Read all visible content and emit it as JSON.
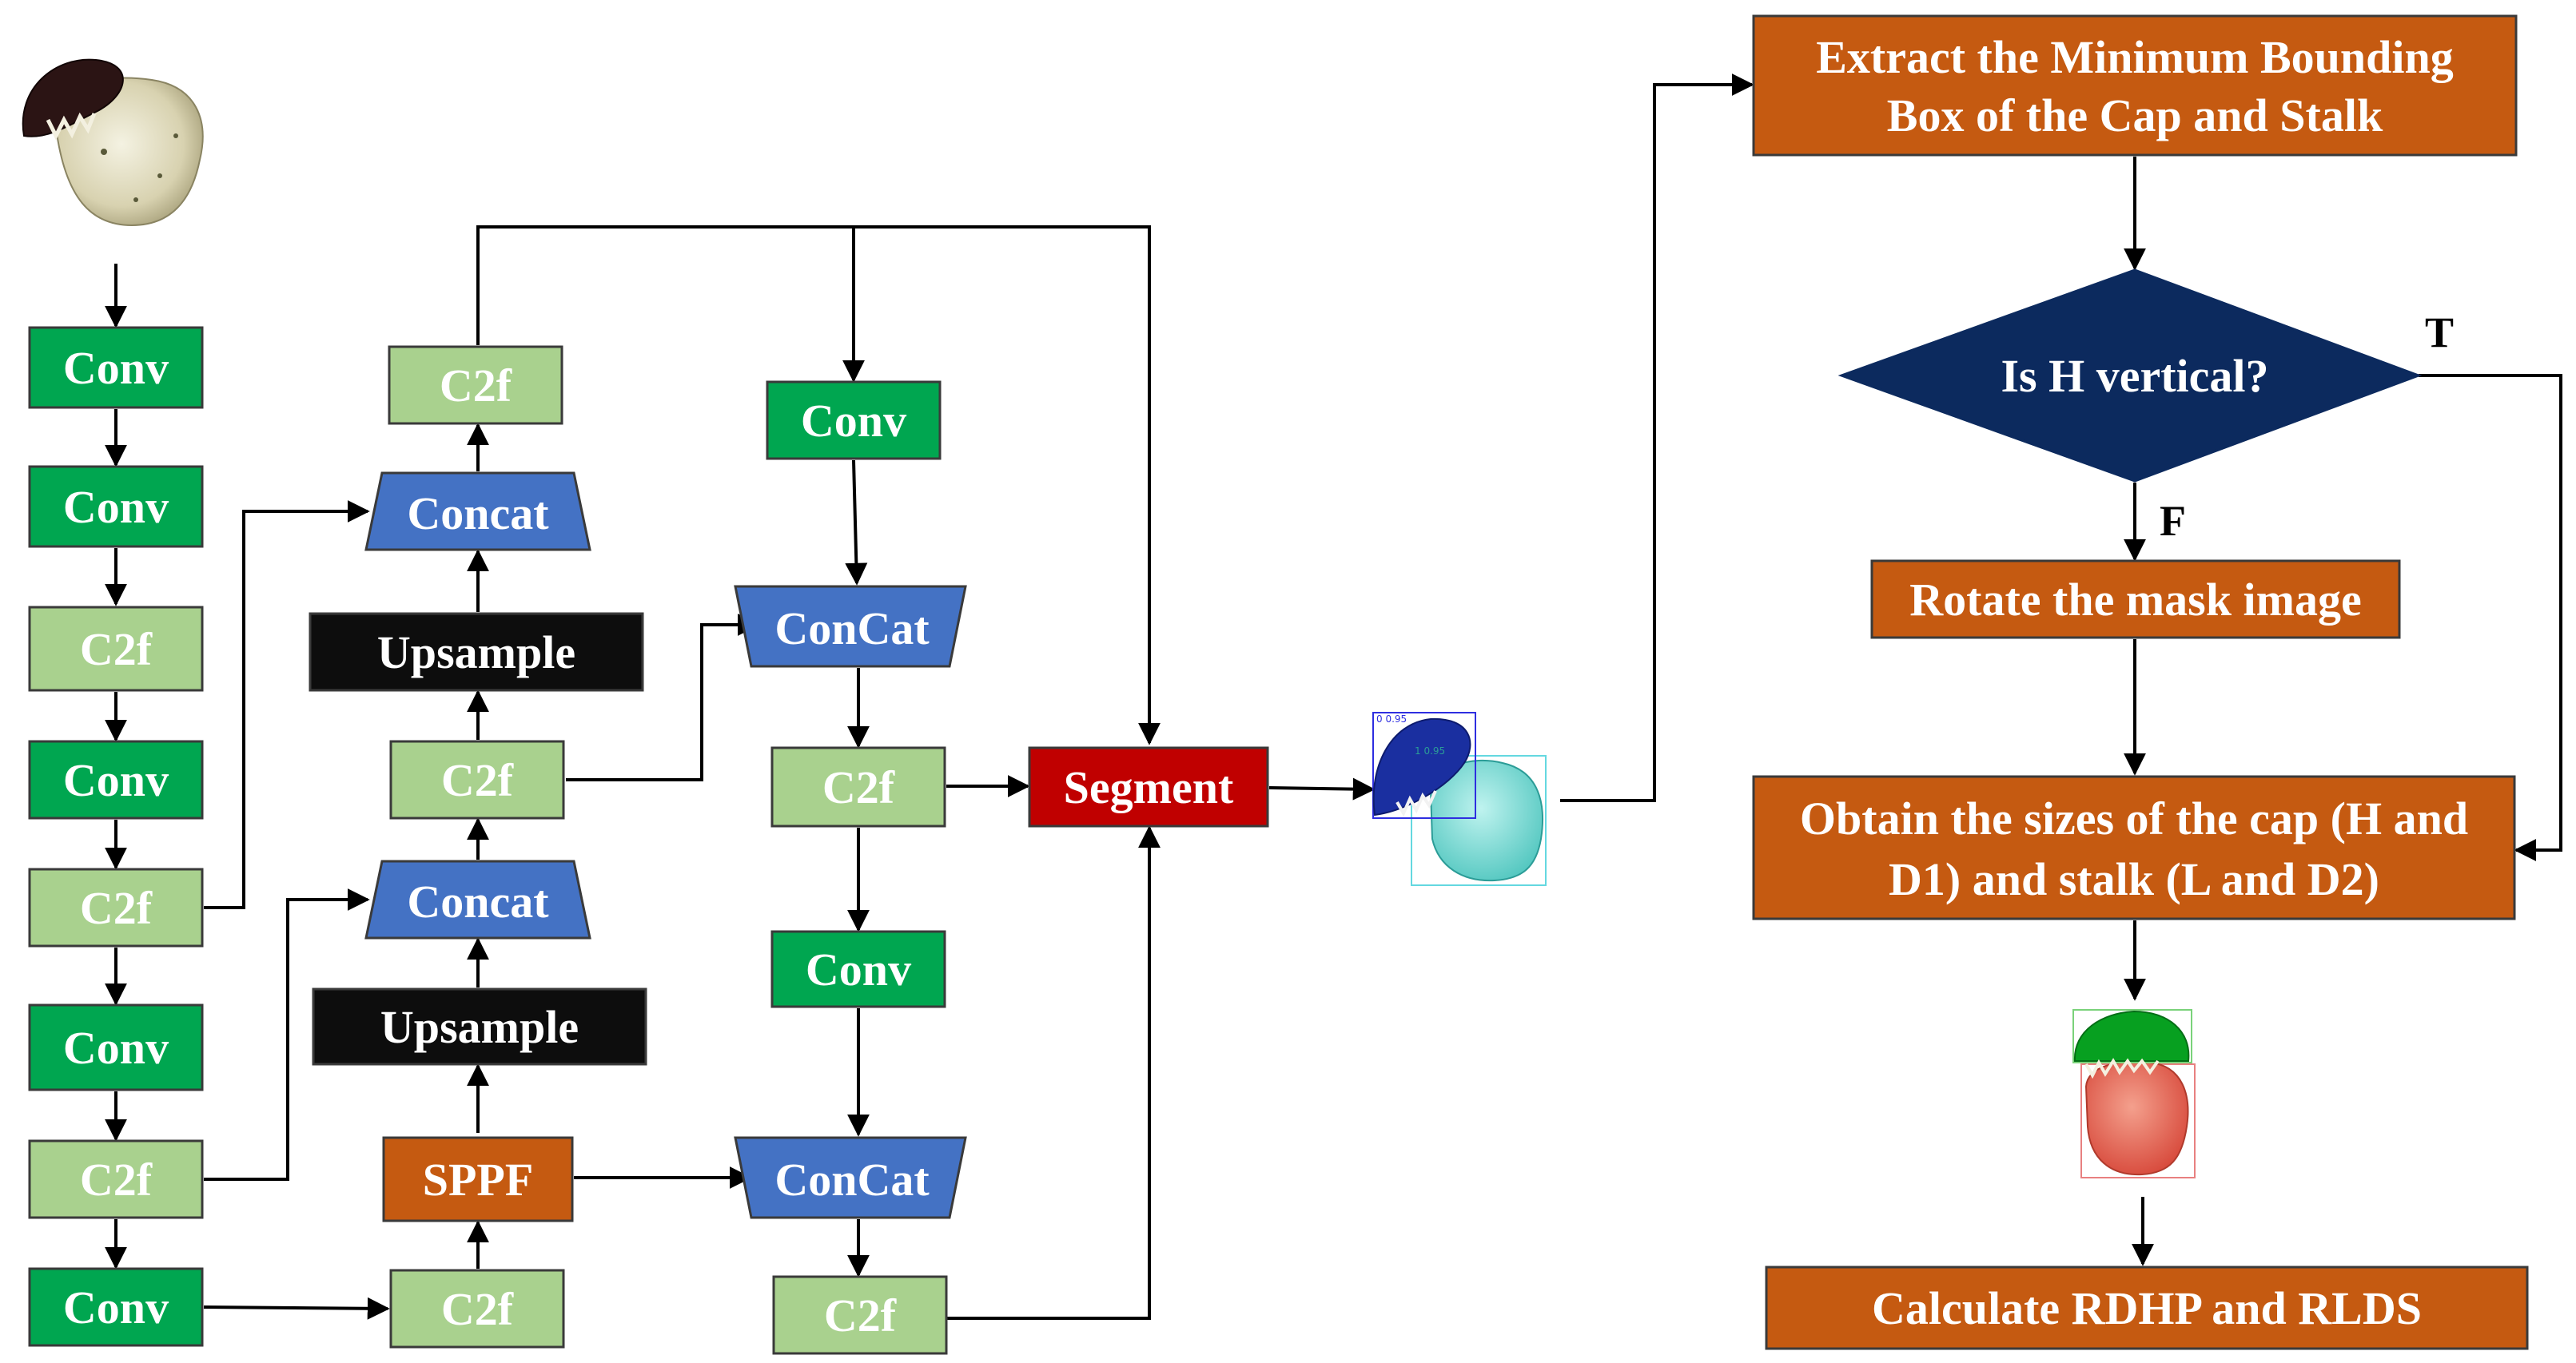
{
  "colors": {
    "dark_green": "#00a650",
    "light_green": "#a9d18e",
    "blue": "#4472c4",
    "black": "#0d0d0d",
    "orange_brown": "#c55a11",
    "red": "#c00000",
    "navy": "#0c2a5e",
    "border": "#3a3a3a"
  },
  "backbone": {
    "b1": "Conv",
    "b2": "Conv",
    "b3": "C2f",
    "b4": "Conv",
    "b5": "C2f",
    "b6": "Conv",
    "b7": "C2f",
    "b8": "Conv"
  },
  "neck": {
    "c2f_top": "C2f",
    "concat_top": "Concat",
    "upsample_top": "Upsample",
    "c2f_mid": "C2f",
    "concat_mid": "Concat",
    "upsample_bottom": "Upsample",
    "sppf": "SPPF",
    "c2f_bottom": "C2f"
  },
  "head": {
    "conv_top": "Conv",
    "concat_a": "ConCat",
    "c2f_a": "C2f",
    "conv_b": "Conv",
    "concat_b": "ConCat",
    "c2f_b": "C2f",
    "segment": "Segment"
  },
  "seg_preview": {
    "label_cap": "0 0.95",
    "label_stalk": "1 0.95"
  },
  "flow": {
    "step1_line1": "Extract the Minimum Bounding",
    "step1_line2": "Box of the Cap and Stalk",
    "decision": "Is H vertical?",
    "true_label": "T",
    "false_label": "F",
    "rotate": "Rotate the mask image",
    "sizes_line1": "Obtain the sizes of the cap (H and",
    "sizes_line2": "D1) and stalk (L and D2)",
    "calc": "Calculate RDHP and RLDS"
  }
}
